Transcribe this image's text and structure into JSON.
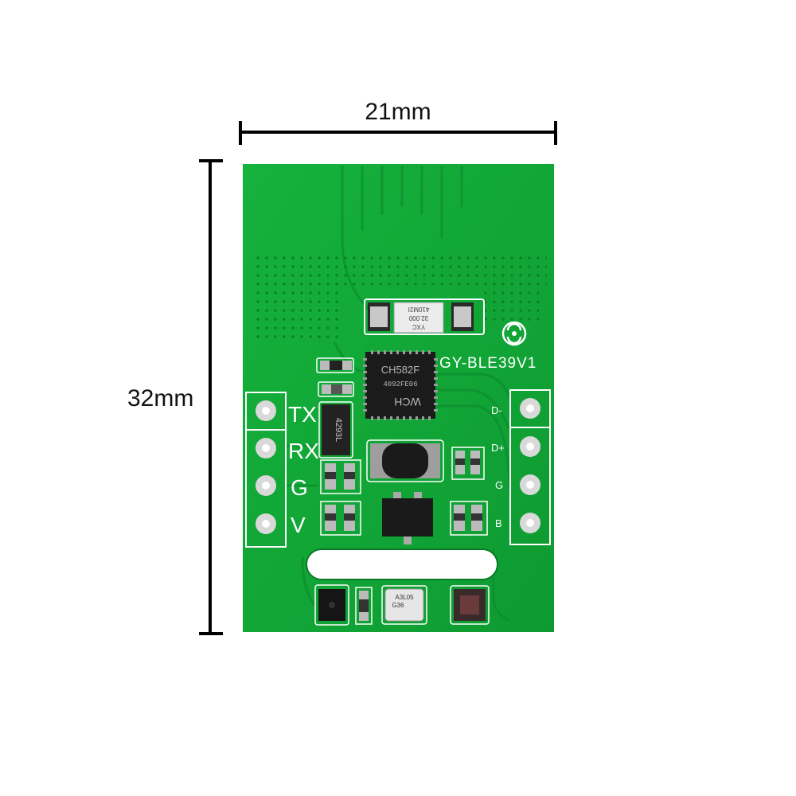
{
  "dimensions": {
    "width_label": "21mm",
    "height_label": "32mm"
  },
  "board": {
    "name": "GY-BLE39V1",
    "chip_line1": "CH582F",
    "chip_line2": "4092FE06",
    "chip_logo": "WCH",
    "crystal_line1": "YXC",
    "crystal_line2": "32.000",
    "crystal_line3": "410M2I",
    "regulator_code": "4293L",
    "sensor_code_1": "A3L05",
    "sensor_code_2": "G36"
  },
  "left_header": {
    "pins": [
      "TX",
      "RX",
      "G",
      "V"
    ]
  },
  "right_header": {
    "pins": [
      "D-",
      "D+",
      "G",
      "B"
    ]
  },
  "colors": {
    "pcb_green": "#10a336",
    "silkscreen": "#ffffff",
    "dimension_lines": "#000000"
  }
}
